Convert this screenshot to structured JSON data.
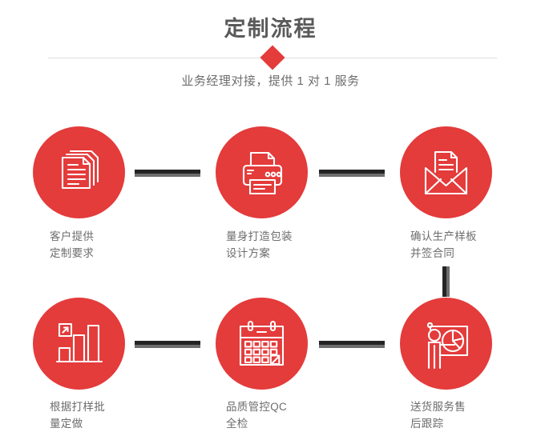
{
  "header": {
    "title": "定制流程",
    "subtitle": "业务经理对接，提供 1 对 1 服务",
    "accent_color": "#e43b3b",
    "title_color": "#5a5a5a",
    "divider_color": "#dedede",
    "diamond_icon": "diamond-bullet-icon"
  },
  "flow": {
    "connector_dark_color": "#242424",
    "connector_light_color": "#6e6e6e",
    "steps": [
      {
        "index": "1",
        "icon": "documents-stack-icon",
        "label": "客户提供\n定制要求"
      },
      {
        "index": "2",
        "icon": "printer-icon",
        "label": "量身打造包装\n设计方案"
      },
      {
        "index": "3",
        "icon": "envelope-letter-icon",
        "label": "确认生产样板\n并签合同"
      },
      {
        "index": "4",
        "icon": "bar-chart-growth-icon",
        "label": "根据打样批\n量定做"
      },
      {
        "index": "5",
        "icon": "calendar-check-icon",
        "label": "品质管控QC\n全检"
      },
      {
        "index": "6",
        "icon": "presenter-pie-chart-icon",
        "label": "送货服务售\n后跟踪"
      }
    ]
  }
}
